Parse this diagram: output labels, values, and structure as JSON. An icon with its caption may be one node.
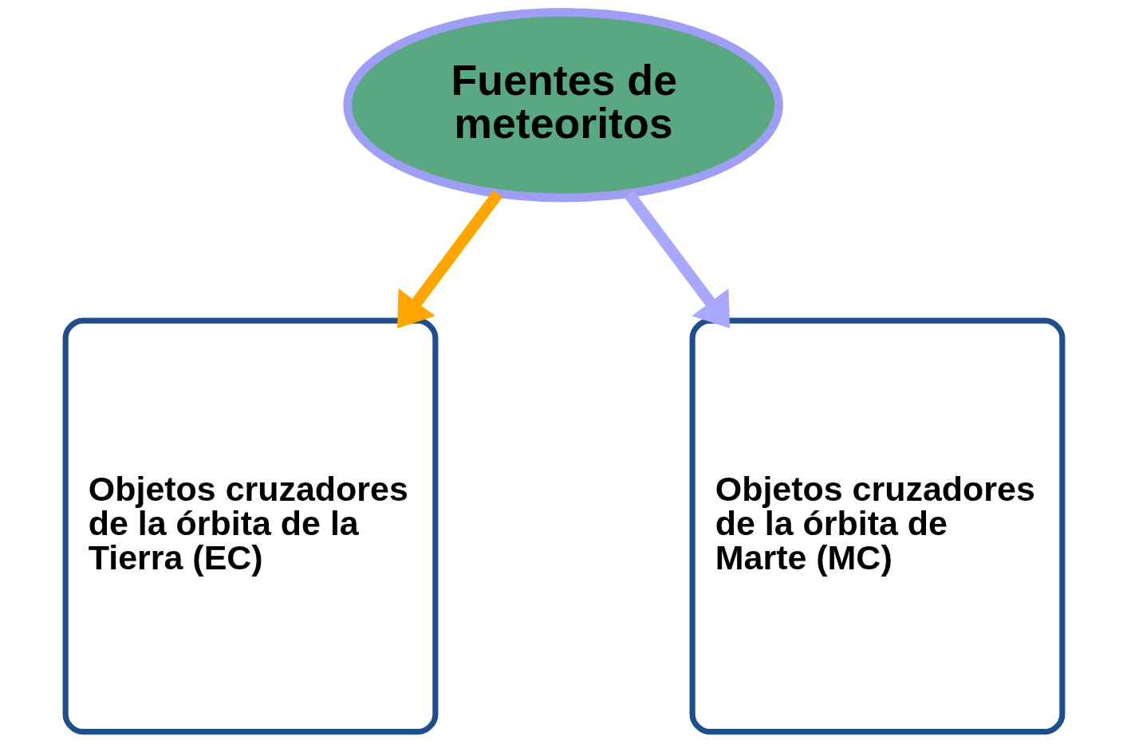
{
  "diagram": {
    "nodes": [
      {
        "text": [
          "Fuentes de meteoritos"
        ]
      },
      {
        "text": [
          "Objetos cruzadores de la órbita de la Tierra (EC)"
        ]
      },
      {
        "text": [
          "Objetos cruzadores de la órbita de Marte (MC)"
        ]
      }
    ],
    "edges": [
      {
        "from": 0,
        "to": 1,
        "arrow": "to",
        "color": "#ffa500"
      },
      {
        "from": 0,
        "to": 2,
        "arrow": "to",
        "color": "#a8a8ff"
      }
    ]
  }
}
